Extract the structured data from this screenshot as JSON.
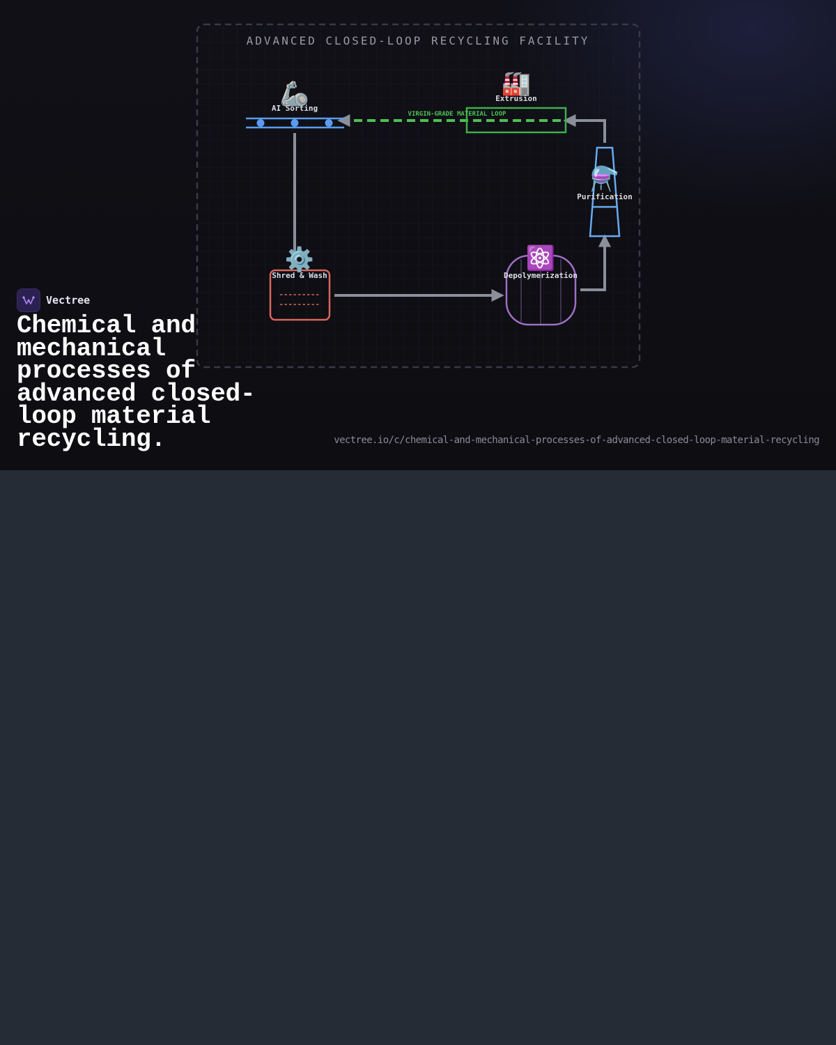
{
  "diagram": {
    "title": "ADVANCED CLOSED-LOOP RECYCLING FACILITY",
    "loop_label": "VIRGIN-GRADE MATERIAL LOOP",
    "stages": {
      "sorting": {
        "label": "AI Sorting",
        "icon": "mechanical-arm-icon",
        "glyph": "🦾"
      },
      "shred": {
        "label": "Shred & Wash",
        "icon": "gear-icon",
        "glyph": "⚙️"
      },
      "depoly": {
        "label": "Depolymerization",
        "icon": "atom-icon",
        "glyph": "⚛️"
      },
      "purify": {
        "label": "Purification",
        "icon": "flask-icon",
        "glyph": "⚗️"
      },
      "extrusion": {
        "label": "Extrusion",
        "icon": "factory-icon",
        "glyph": "🏭"
      }
    },
    "colors": {
      "sorting": "#5b9bf0",
      "shred": "#d9665b",
      "depoly": "#9f6fc7",
      "purify": "#6aaaf0",
      "extrusion": "#3fae4c",
      "loop": "#4fbf54",
      "flow": "#8b8f99"
    }
  },
  "brand": {
    "name": "Vectree",
    "icon": "vectree-logo-icon"
  },
  "headline": "Chemical and mechanical processes of advanced closed-loop material recycling.",
  "url": "vectree.io/c/chemical-and-mechanical-processes-of-advanced-closed-loop-material-recycling"
}
